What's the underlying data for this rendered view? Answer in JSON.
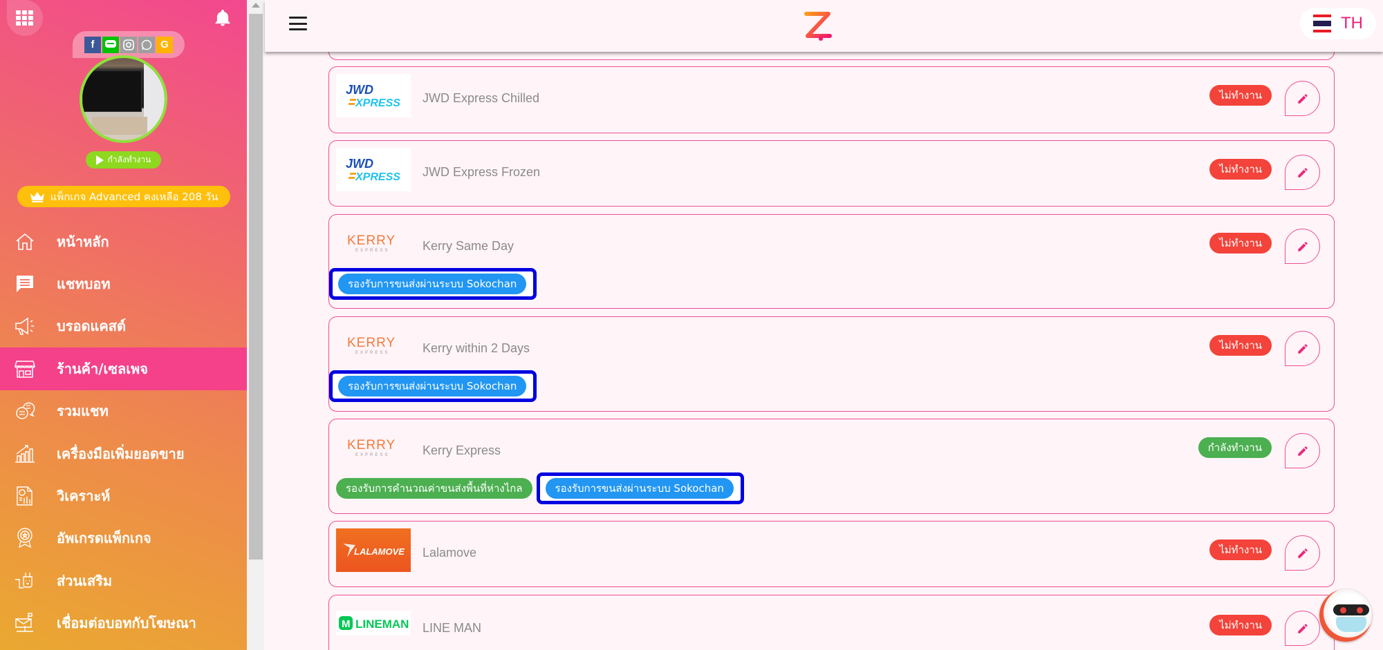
{
  "sidebar": {
    "apps_icon": "grid-icon",
    "notification_icon": "bell-icon",
    "socials": [
      {
        "name": "facebook",
        "glyph": "f",
        "color": "#3b5998"
      },
      {
        "name": "line",
        "glyph": "L",
        "color": "#00c300"
      },
      {
        "name": "instagram",
        "glyph": "◎",
        "color": "#9e9e9e"
      },
      {
        "name": "whatsapp",
        "glyph": "✆",
        "color": "#9e9e9e"
      },
      {
        "name": "google",
        "glyph": "G",
        "color": "#ffb300"
      }
    ],
    "status_label": "กำลังทำงาน",
    "package_label": "แพ็กเกจ Advanced คงเหลือ 208 วัน",
    "items": [
      {
        "label": "หน้าหลัก",
        "icon": "home-icon"
      },
      {
        "label": "แชทบอท",
        "icon": "chat-icon"
      },
      {
        "label": "บรอดแคสต์",
        "icon": "megaphone-icon"
      },
      {
        "label": "ร้านค้า/เซลเพจ",
        "icon": "store-icon",
        "active": true
      },
      {
        "label": "รวมแชท",
        "icon": "chats-icon"
      },
      {
        "label": "เครื่องมือเพิ่มยอดขาย",
        "icon": "sales-chart-icon"
      },
      {
        "label": "วิเคราะห์",
        "icon": "report-icon"
      },
      {
        "label": "อัพเกรดแพ็กเกจ",
        "icon": "award-icon"
      },
      {
        "label": "ส่วนเสริม",
        "icon": "plug-icon"
      },
      {
        "label": "เชื่อมต่อบอทกับโฆษณา",
        "icon": "mailbox-icon"
      }
    ]
  },
  "header": {
    "menu_icon": "hamburger-icon",
    "logo": "Z",
    "language": "TH",
    "flag_colors": [
      "#ed1c24",
      "#ffffff",
      "#241d4f",
      "#ffffff",
      "#ed1c24"
    ]
  },
  "shipping_providers": [
    {
      "name": "JWD Express Chilled",
      "logo": "JWD EXPRESS",
      "status": "ไม่ทำงาน",
      "status_type": "off",
      "tags": []
    },
    {
      "name": "JWD Express Frozen",
      "logo": "JWD EXPRESS",
      "status": "ไม่ทำงาน",
      "status_type": "off",
      "tags": []
    },
    {
      "name": "Kerry Same Day",
      "logo": "KERRY EXPRESS",
      "status": "ไม่ทำงาน",
      "status_type": "off",
      "tags": [
        {
          "label": "รองรับการขนส่งผ่านระบบ Sokochan",
          "color": "blue",
          "highlighted": true
        }
      ]
    },
    {
      "name": "Kerry within 2 Days",
      "logo": "KERRY EXPRESS",
      "status": "ไม่ทำงาน",
      "status_type": "off",
      "tags": [
        {
          "label": "รองรับการขนส่งผ่านระบบ Sokochan",
          "color": "blue",
          "highlighted": true
        }
      ]
    },
    {
      "name": "Kerry Express",
      "logo": "KERRY EXPRESS",
      "status": "กำลังทำงาน",
      "status_type": "on",
      "tags": [
        {
          "label": "รองรับการคำนวณค่าขนส่งพื้นที่ห่างไกล",
          "color": "green",
          "highlighted": false
        },
        {
          "label": "รองรับการขนส่งผ่านระบบ Sokochan",
          "color": "blue",
          "highlighted": true
        }
      ]
    },
    {
      "name": "Lalamove",
      "logo": "LALAMOVE",
      "status": "ไม่ทำงาน",
      "status_type": "off",
      "tags": []
    },
    {
      "name": "LINE MAN",
      "logo": "LINEMAN",
      "status": "ไม่ทำงาน",
      "status_type": "off",
      "tags": []
    }
  ],
  "colors": {
    "accent_pink": "#ea4f91",
    "status_off": "#f3433a",
    "status_on": "#4caf50",
    "tag_blue": "#2196f3",
    "highlight_box": "#0000e0"
  }
}
